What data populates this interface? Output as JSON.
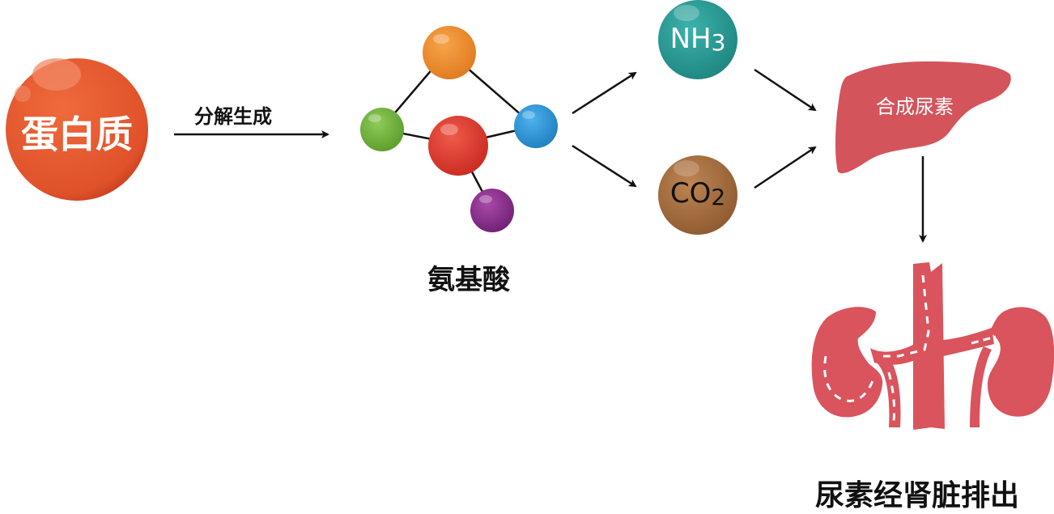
{
  "diagram": {
    "title": "蛋白质代谢生成尿素流程",
    "nodes": {
      "protein": {
        "label": "蛋白质",
        "color": "#e0522a"
      },
      "amino_acid": {
        "label": "氨基酸",
        "atoms": [
          {
            "name": "orange-atom",
            "color": "#ee8a2c"
          },
          {
            "name": "green-atom",
            "color": "#6fb23c"
          },
          {
            "name": "red-atom",
            "color": "#e23b2e"
          },
          {
            "name": "blue-atom",
            "color": "#2f95d4"
          },
          {
            "name": "purple-atom",
            "color": "#8a2a8e"
          }
        ]
      },
      "nh3": {
        "label_main": "NH",
        "label_sub": "3",
        "color": "#2a9a94"
      },
      "co2": {
        "label_main": "CO",
        "label_sub": "2",
        "color": "#a56c3d"
      },
      "liver": {
        "label": "合成尿素",
        "color": "#d4545c"
      },
      "kidney": {
        "label": "尿素经肾脏排出",
        "color": "#d9545d"
      }
    },
    "edges": [
      {
        "from": "protein",
        "to": "amino_acid",
        "label": "分解生成"
      },
      {
        "from": "amino_acid",
        "to": "nh3",
        "label": ""
      },
      {
        "from": "amino_acid",
        "to": "co2",
        "label": ""
      },
      {
        "from": "nh3",
        "to": "liver",
        "label": ""
      },
      {
        "from": "co2",
        "to": "liver",
        "label": ""
      },
      {
        "from": "liver",
        "to": "kidney",
        "label": ""
      }
    ]
  }
}
